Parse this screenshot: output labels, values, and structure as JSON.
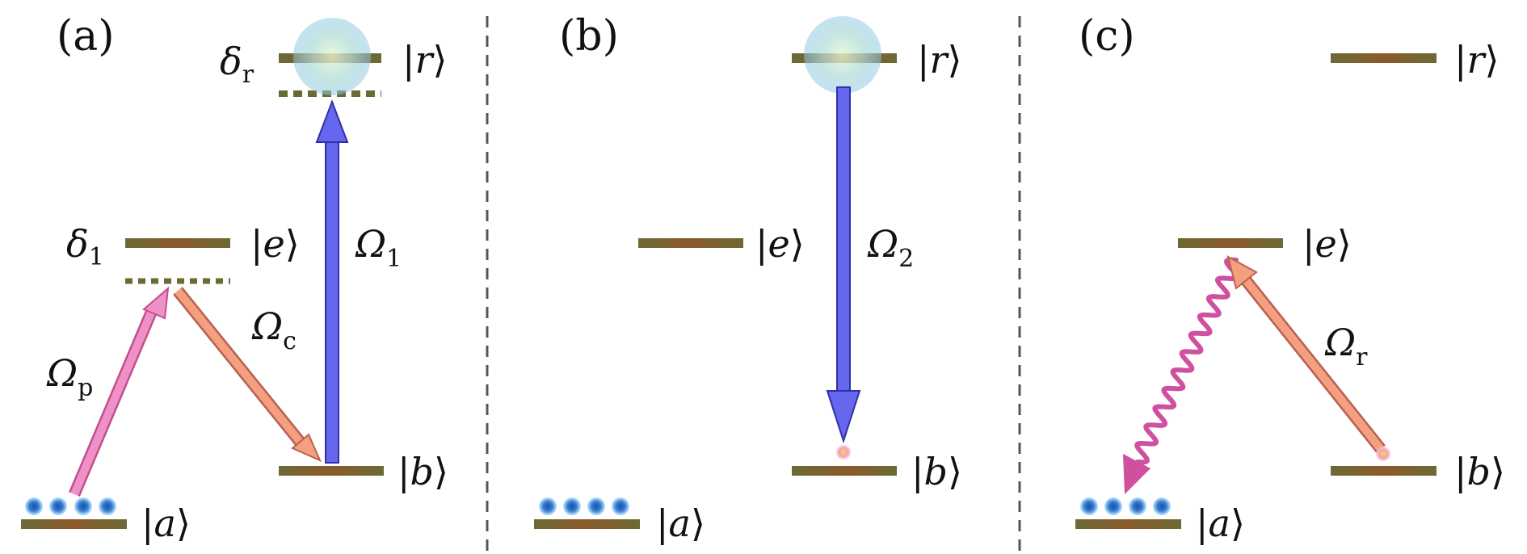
{
  "colors": {
    "level": "#6b6a35",
    "level_mid": "#8b5a2b",
    "dashed_level": "#6b6a35",
    "pump_arrow": "#f090c8",
    "pump_stroke": "#c0508a",
    "coupling_arrow": "#f4a080",
    "coupling_stroke": "#b86050",
    "blue_arrow": "#6666ee",
    "blue_stroke": "#3030a8",
    "atom": "#3a7fd0",
    "atom_glow": "#8fd0ff",
    "rydberg_glow": "#a8d8e0",
    "decay_wave": "#d050a0",
    "excitation_dot": "#f4a0b0",
    "divider": "#555555"
  },
  "panels": [
    {
      "label": "(a)",
      "kets": {
        "r": "r",
        "e": "e",
        "b": "b",
        "a": "a"
      },
      "detunings": [
        {
          "symbol": "δ",
          "sub": "r"
        },
        {
          "symbol": "δ",
          "sub": "1"
        }
      ],
      "rabi": [
        {
          "symbol": "Ω",
          "sub": "p"
        },
        {
          "symbol": "Ω",
          "sub": "c"
        },
        {
          "symbol": "Ω",
          "sub": "1"
        }
      ]
    },
    {
      "label": "(b)",
      "kets": {
        "r": "r",
        "e": "e",
        "b": "b",
        "a": "a"
      },
      "rabi": [
        {
          "symbol": "Ω",
          "sub": "2"
        }
      ]
    },
    {
      "label": "(c)",
      "kets": {
        "r": "r",
        "e": "e",
        "b": "b",
        "a": "a"
      },
      "rabi": [
        {
          "symbol": "Ω",
          "sub": "r"
        }
      ]
    }
  ]
}
